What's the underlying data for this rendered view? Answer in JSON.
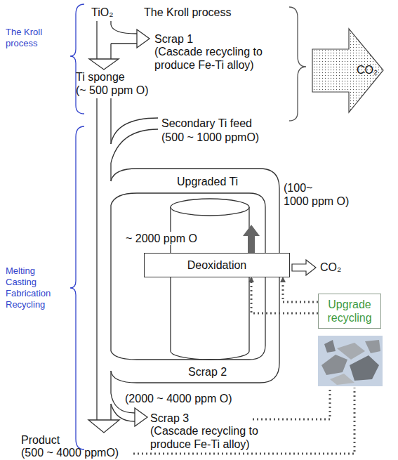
{
  "diagram": {
    "nodes": [
      {
        "text": [
          "CO₂"
        ]
      },
      {
        "text": [
          "Deoxidation"
        ]
      },
      {
        "text": [
          "Upgrade recycling"
        ]
      }
    ],
    "edges": [
      {
        "from": 2,
        "to": 1,
        "arrow": "to"
      },
      {
        "from": 2,
        "to": 1,
        "arrow": "to"
      }
    ],
    "labels": [
      "The Kroll process",
      "TiO₂",
      "The Kroll process",
      "Scrap 1",
      "(Cascade recycling to produce Fe-Ti alloy)",
      "Ti sponge",
      "(~ 500 ppm O)",
      "Secondary Ti feed",
      "(500 ~ 1000 ppmO)",
      "Upgraded Ti",
      "(100~",
      "1000 ppm O)",
      "Melting Casting Fabrication Recycling",
      "~ 2000 ppm O",
      "CO₂",
      "Scrap 2",
      "(2000 ~ 4000 ppm O)",
      "Scrap 3",
      "(Cascade recycling to produce Fe-Ti alloy)",
      "Product",
      "(500 ~ 4000 ppmO)"
    ]
  }
}
